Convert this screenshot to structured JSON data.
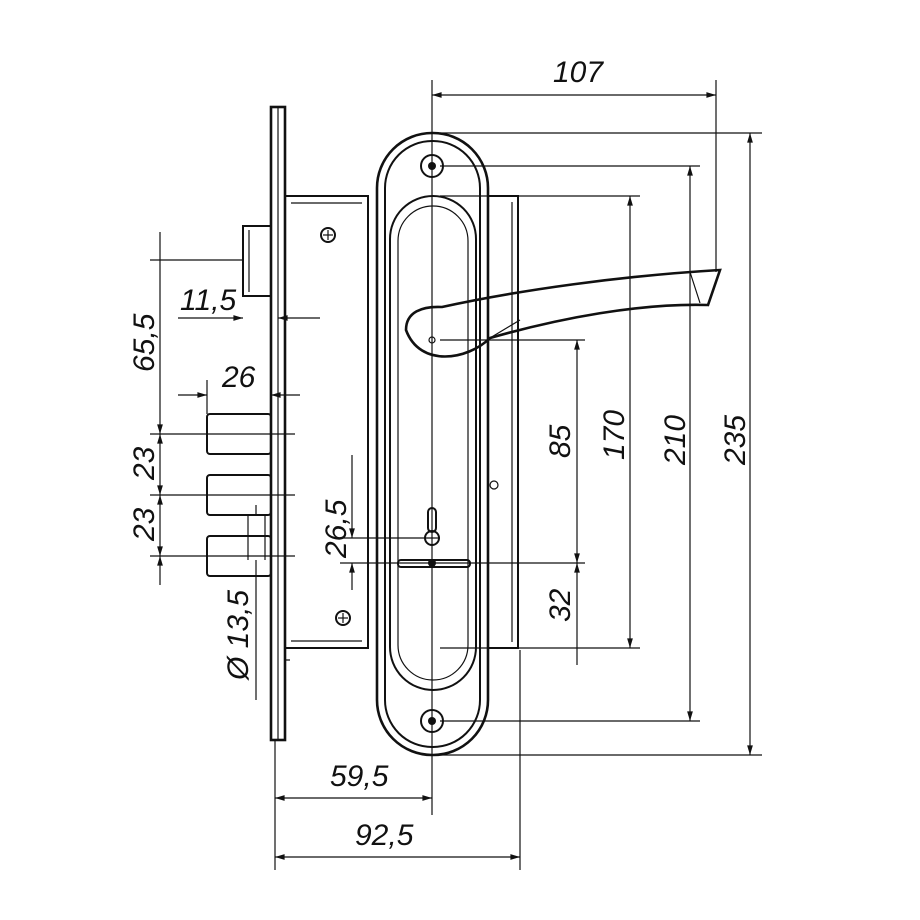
{
  "drawing": {
    "subject": "door lock with handle on escutcheon plate",
    "dimensions": {
      "handle_projection": "107",
      "overall_height": "235",
      "plate_screw_spacing": "210",
      "body_height": "170",
      "handle_to_cylinder": "85",
      "cylinder_to_bottom": "32",
      "backset_handle": "65,5",
      "latch_projection": "11,5",
      "bolt_length": "26",
      "bolt_pitch_1": "23",
      "bolt_pitch_2": "23",
      "cylinder_offset": "26,5",
      "bolt_diameter": "Ø 13,5",
      "handle_axis_from_faceplate": "59,5",
      "body_depth": "92,5"
    }
  }
}
